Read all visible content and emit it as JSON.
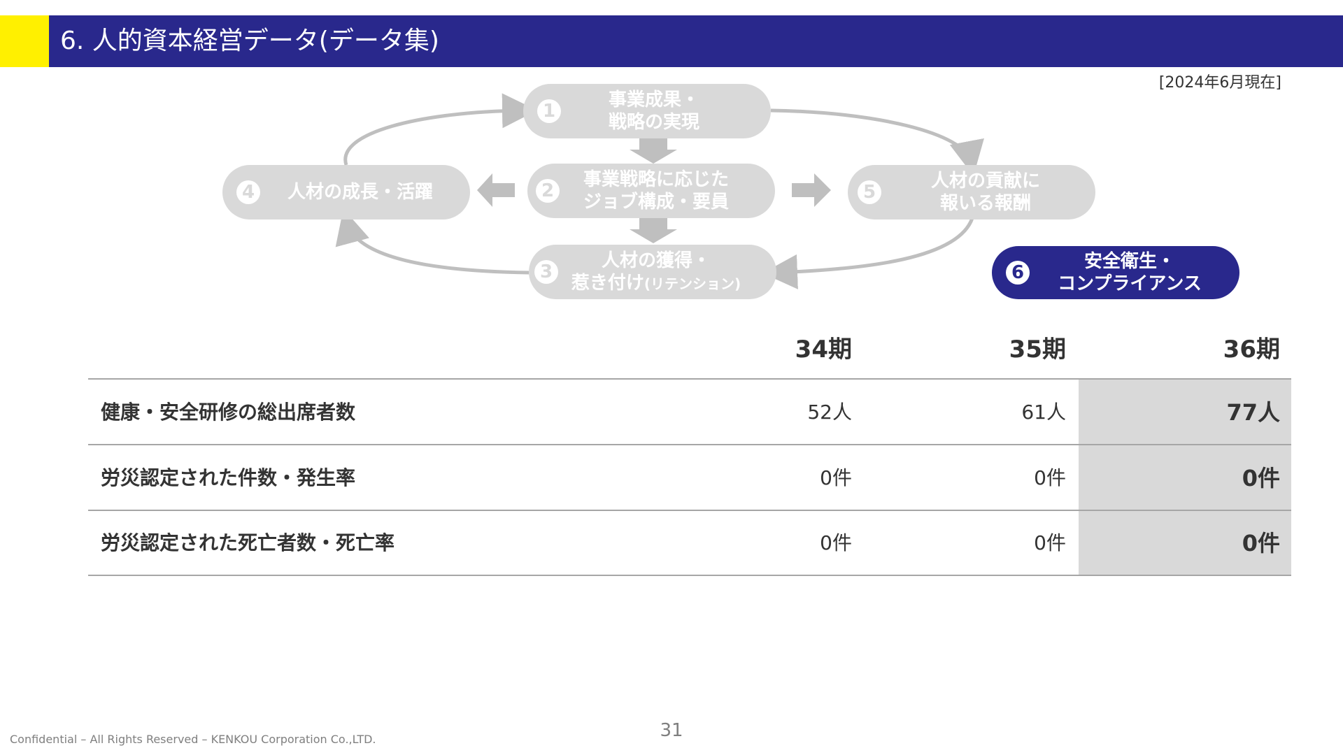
{
  "header": {
    "title": "6. 人的資本経営データ(データ集)",
    "accent_color": "#fff000",
    "bar_color": "#29288c"
  },
  "as_of": "[2024年6月現在]",
  "diagram": {
    "nodes": [
      {
        "num": "1",
        "label": "事業成果・\n戦略の実現"
      },
      {
        "num": "2",
        "label": "事業戦略に応じた\nジョブ構成・要員"
      },
      {
        "num": "3",
        "label": "人材の獲得・\n惹き付け",
        "suffix": "(リテンション)"
      },
      {
        "num": "4",
        "label": "人材の成長・活躍"
      },
      {
        "num": "5",
        "label": "人材の貢献に\n報いる報酬"
      },
      {
        "num": "6",
        "label": "安全衛生・\nコンプライアンス",
        "active": true
      }
    ],
    "inactive_color": "#d9d9d9",
    "active_color": "#29288c"
  },
  "table": {
    "columns": [
      "34期",
      "35期",
      "36期"
    ],
    "rows": [
      {
        "label": "健康・安全研修の総出席者数",
        "values": [
          "52人",
          "61人",
          "77人"
        ]
      },
      {
        "label": "労災認定された件数・発生率",
        "values": [
          "0件",
          "0件",
          "0件"
        ]
      },
      {
        "label": "労災認定された死亡者数・死亡率",
        "values": [
          "0件",
          "0件",
          "0件"
        ]
      }
    ],
    "highlight_column": "36期"
  },
  "footer": {
    "copyright": "Confidential – All Rights Reserved – KENKOU Corporation Co.,LTD.",
    "page_number": "31"
  }
}
